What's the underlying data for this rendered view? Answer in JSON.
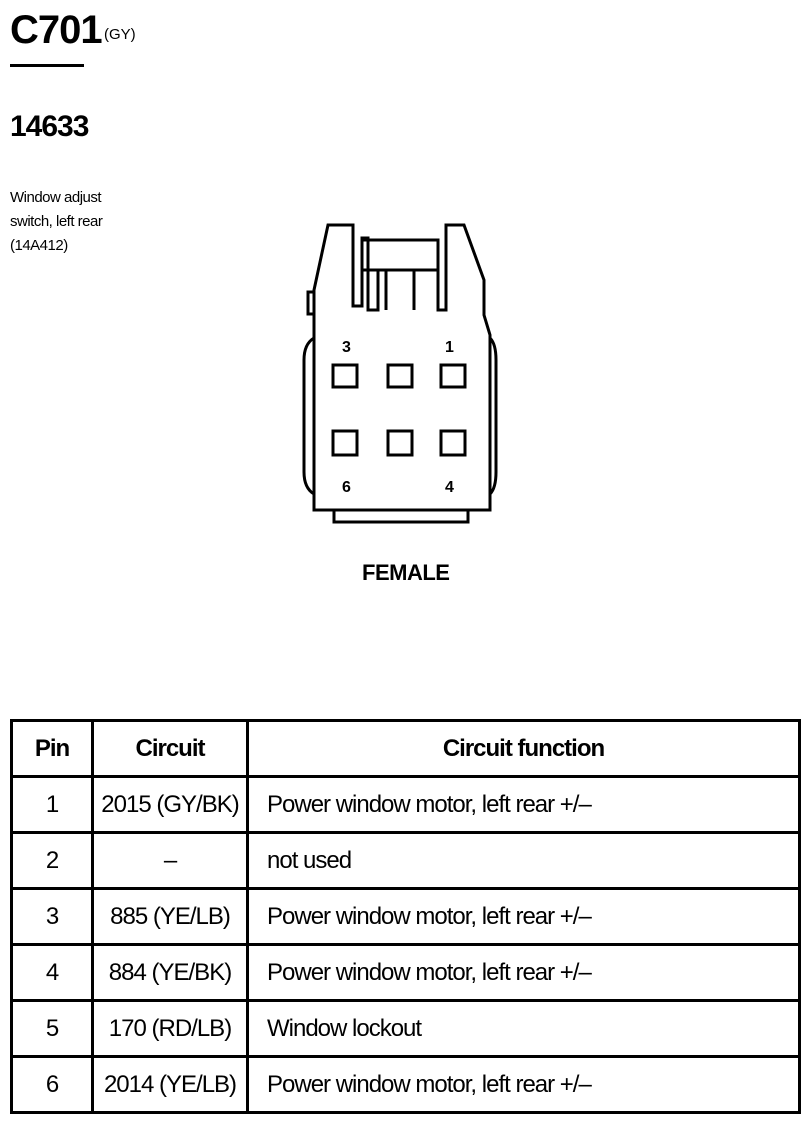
{
  "header": {
    "connector_id": "C701",
    "connector_color": "(GY)",
    "part_number": "14633",
    "description_lines": [
      "Window adjust",
      "switch, left rear",
      "(14A412)"
    ]
  },
  "connector": {
    "pin_labels": {
      "top_left": "3",
      "top_right": "1",
      "bottom_left": "6",
      "bottom_right": "4"
    },
    "gender": "FEMALE"
  },
  "table": {
    "headers": [
      "Pin",
      "Circuit",
      "Circuit function"
    ],
    "rows": [
      {
        "pin": "1",
        "circuit": "2015 (GY/BK)",
        "function": "Power window motor, left rear  +/–"
      },
      {
        "pin": "2",
        "circuit": "–",
        "function": "not used"
      },
      {
        "pin": "3",
        "circuit": "885 (YE/LB)",
        "function": "Power window motor, left rear  +/–"
      },
      {
        "pin": "4",
        "circuit": "884 (YE/BK)",
        "function": "Power window motor, left rear  +/–"
      },
      {
        "pin": "5",
        "circuit": "170 (RD/LB)",
        "function": "Window lockout"
      },
      {
        "pin": "6",
        "circuit": "2014 (YE/LB)",
        "function": "Power window motor, left rear  +/–"
      }
    ]
  }
}
